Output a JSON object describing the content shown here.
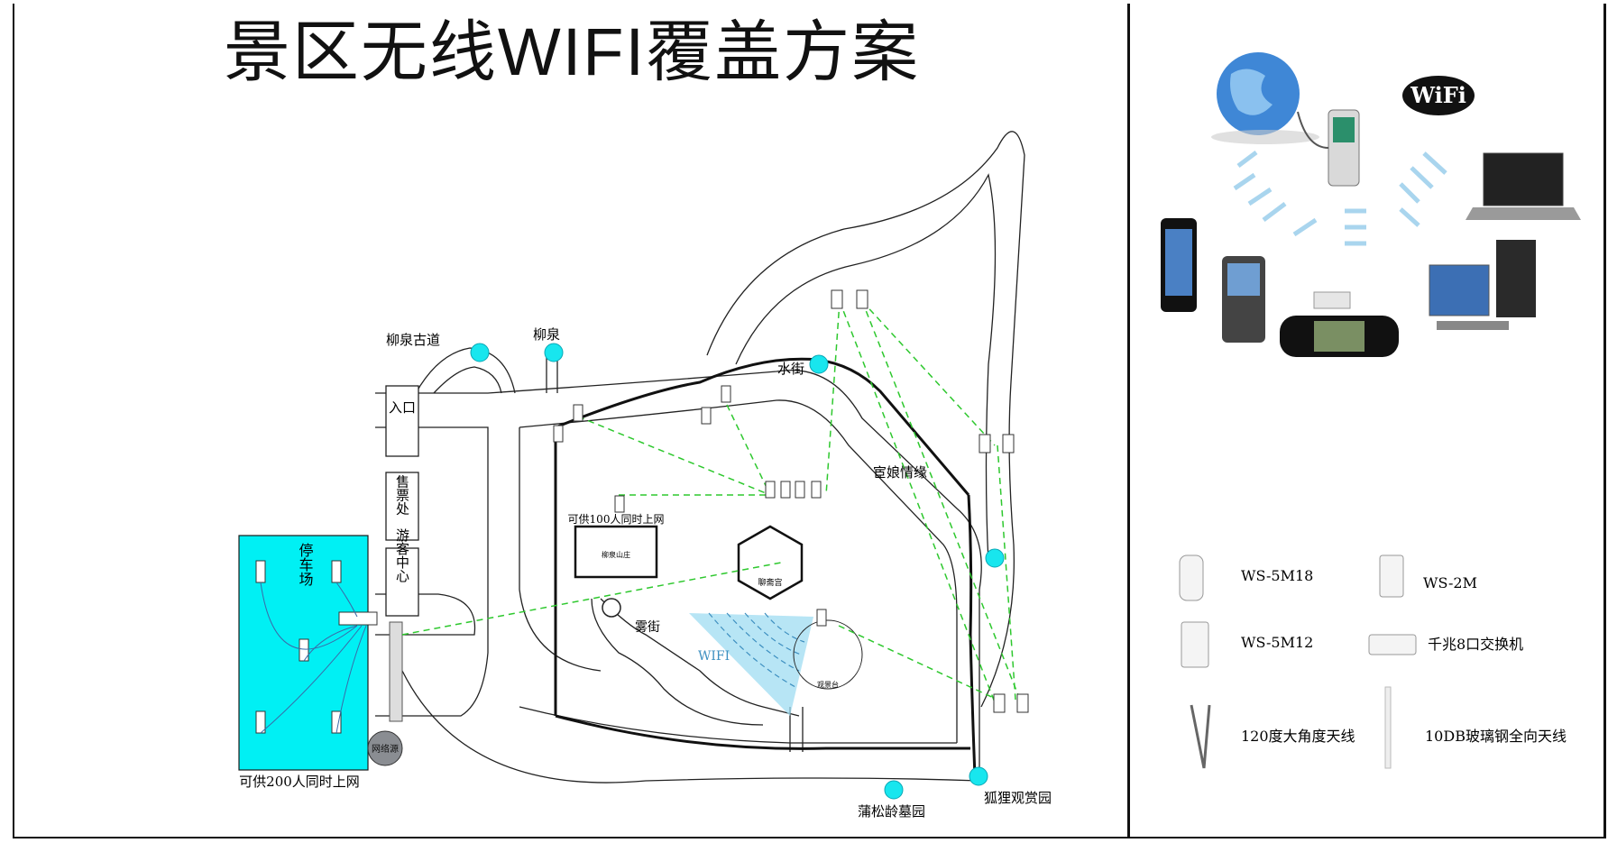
{
  "title": "景区无线WIFI覆盖方案",
  "map": {
    "labels": {
      "old_road": "柳泉古道",
      "spring": "柳泉",
      "entrance": "入口",
      "ticket": "售票处",
      "visitor_center": "游客中心",
      "parking": "停车场",
      "parking_capacity": "可供200人同时上网",
      "water_street": "水街",
      "romance": "宦娘情缘",
      "hall_capacity": "可供100人同时上网",
      "hall_small": "柳泉山庄",
      "temple_small": "聊斋宫",
      "fog_street": "雾街",
      "wifi": "WIFI",
      "tower_small": "观景台",
      "network_source": "网络源",
      "tomb_garden": "蒲松龄墓园",
      "fox_garden": "狐狸观赏园"
    }
  },
  "legend": {
    "items": [
      {
        "icon": "ws-5m18-icon",
        "label": "WS-5M18"
      },
      {
        "icon": "ws-2m-icon",
        "label": "WS-2M"
      },
      {
        "icon": "ws-5m12-icon",
        "label": "WS-5M12"
      },
      {
        "icon": "gigabit-switch-icon",
        "label": "千兆8口交换机"
      },
      {
        "icon": "sector-antenna-icon",
        "label": "120度大角度天线"
      },
      {
        "icon": "omni-antenna-icon",
        "label": "10DB玻璃钢全向天线"
      }
    ]
  },
  "wifi_logo": "WiFi",
  "colors": {
    "parking": "#00f0f4",
    "node": "#18e6ee",
    "link": "#2ec82e",
    "sector": "#9fdcf2"
  }
}
